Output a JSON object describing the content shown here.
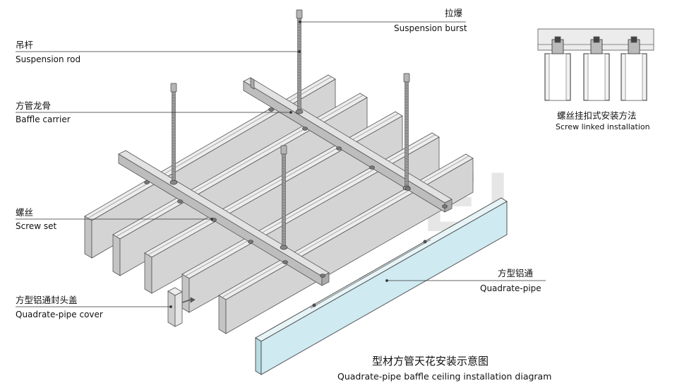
{
  "watermark": "TUOBEI",
  "labels": {
    "suspension_burst": {
      "zh": "拉爆",
      "en": "Suspension burst"
    },
    "suspension_rod": {
      "zh": "吊杆",
      "en": "Suspension rod"
    },
    "baffle_carrier": {
      "zh": "方管龙骨",
      "en": "Baffle carrier"
    },
    "screw_set": {
      "zh": "螺丝",
      "en": "Screw set"
    },
    "quadrate_pipe_cover": {
      "zh": "方型铝通封头盖",
      "en": "Quadrate-pipe cover"
    },
    "quadrate_pipe": {
      "zh": "方型铝通",
      "en": "Quadrate-pipe"
    }
  },
  "inset": {
    "zh": "螺丝挂扣式安装方法",
    "en": "Screw linked installation"
  },
  "title": {
    "zh": "型材方管天花安装示意图",
    "en": "Quadrate-pipe baffle ceiling installation diagram"
  },
  "colors": {
    "pipe_face": "#d4d4d4",
    "pipe_top": "#ededed",
    "pipe_highlight": "#cfeaf1",
    "carrier": "#c8c8c8",
    "rod": "#8a8a8a",
    "watermark": "#e6e6e6",
    "line": "#333333"
  }
}
